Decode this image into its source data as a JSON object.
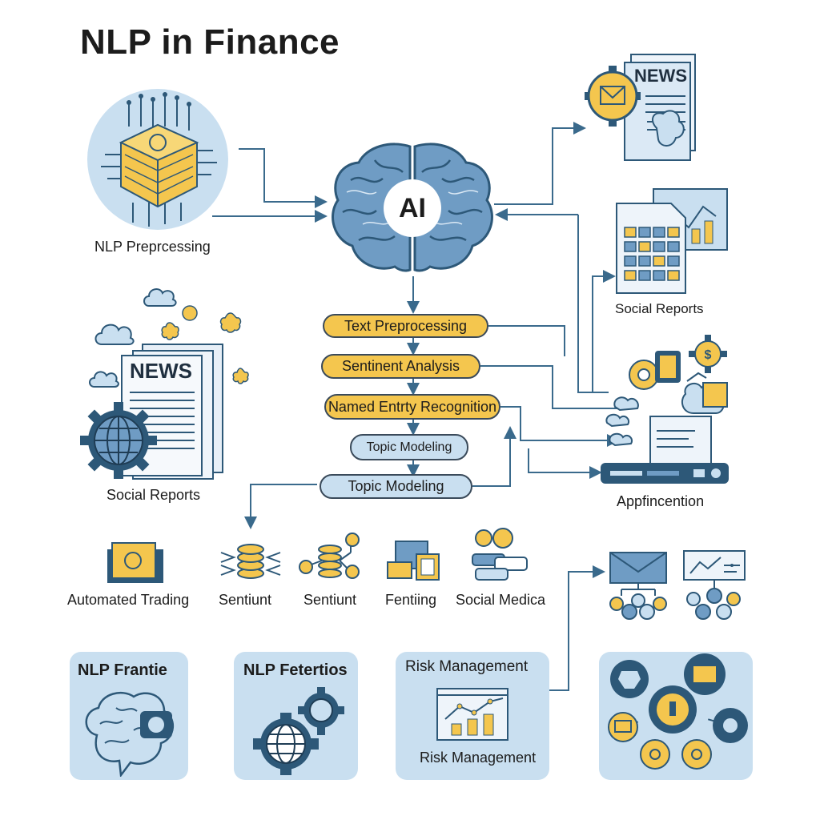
{
  "title": "NLP in Finance",
  "center": {
    "label": "AI"
  },
  "left_nodes": {
    "preprocessing": "NLP Preprcessing",
    "news_heading": "NEWS",
    "social_reports": "Social Reports"
  },
  "pipeline": [
    "Text Preprocessing",
    "Sentinent Analysis",
    "Named Entrty Recognition",
    "Topic Modeling",
    "Topic Modeling"
  ],
  "right_nodes": {
    "news_heading": "NEWS",
    "social_reports": "Social Reports",
    "application": "Appfincention"
  },
  "applications_row": [
    "Automated Trading",
    "Sentiunt",
    "Sentiunt",
    "Fentiing",
    "Social Medica"
  ],
  "panels": {
    "frontier": "NLP Frantie",
    "features": "NLP Fetertios",
    "risk_title": "Risk Management",
    "risk_caption": "Risk Management"
  },
  "colors": {
    "yellow": "#f4c64e",
    "light_blue": "#c9dff0",
    "mid_blue": "#6f9cc4",
    "dark_blue": "#2d5878",
    "line": "#3a6a8c"
  }
}
